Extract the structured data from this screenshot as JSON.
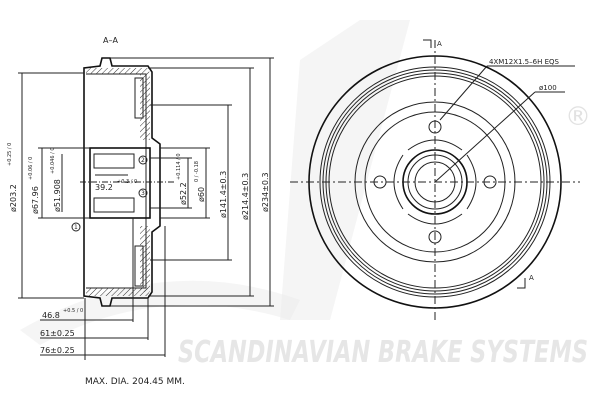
{
  "watermark": {
    "logo": "sbs",
    "registered": "®",
    "tagline": "SCANDINAVIAN BRAKE SYSTEMS"
  },
  "section_view": {
    "label": "A–A",
    "dims": {
      "d203": "ø203.2",
      "d203_tol": "+0.25 / 0",
      "d67": "ø67.96",
      "d67_tol": "+0.06 / 0",
      "d51": "ø51.908",
      "d51_tol": "+0.046 / 0",
      "d39": "39.2",
      "d39_tol": "+0.3 / 0",
      "d52": "ø52.2",
      "d52_tol": "+0.114 / 0",
      "d60": "ø60",
      "d60_tol": "0 / -0.18",
      "d141": "ø141.4±0.3",
      "d214": "ø214.4±0.3",
      "d234": "ø234±0.3",
      "w46": "46.8",
      "w46_tol": "+0.5 / 0",
      "w61": "61±0.25",
      "w76": "76±0.25"
    },
    "callouts": [
      "1",
      "2",
      "3"
    ]
  },
  "front_view": {
    "section_mark_top": "A",
    "section_mark_bottom": "A",
    "thread_note": "4XM12X1.5–6H  EQS",
    "pcd": "ø100"
  },
  "footer_note": "MAX.  DIA.  204.45  MM."
}
